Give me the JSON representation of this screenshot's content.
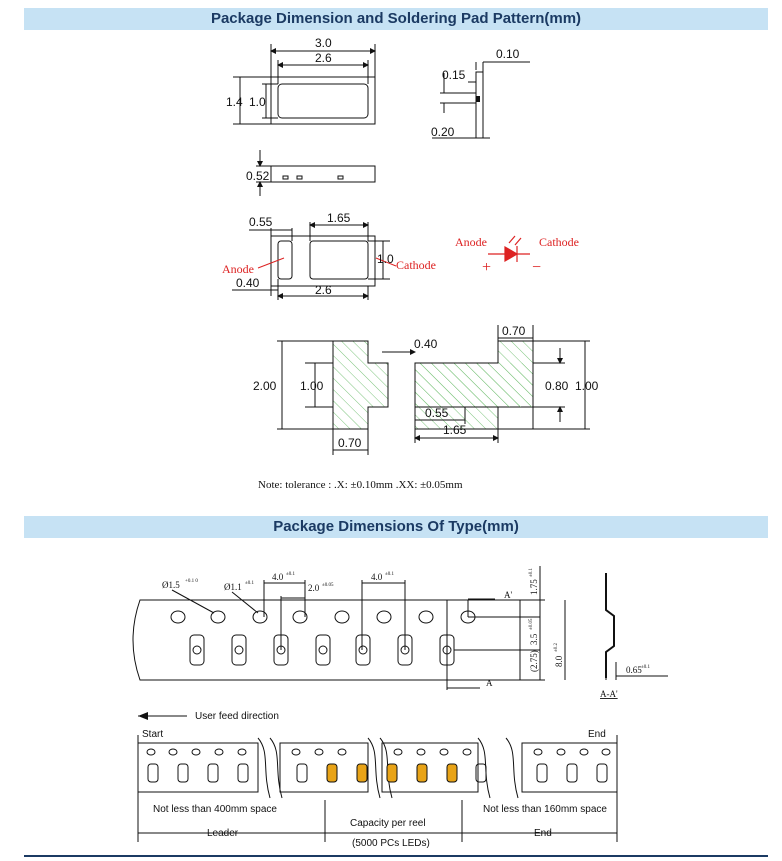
{
  "sections": {
    "dimension_title": "Package Dimension and Soldering Pad Pattern(mm)",
    "tape_title": "Package Dimensions Of Type(mm)"
  },
  "package": {
    "width_outer": "3.0",
    "width_inner": "2.6",
    "height_outer": "1.4",
    "height_inner": "1.0",
    "side_top": "0.10",
    "side_mid": "0.15",
    "side_bottom": "0.20",
    "thickness": "0.52",
    "bottom_left_pad": "0.55",
    "bottom_right_pad": "1.65",
    "bottom_height": "1.0",
    "bottom_offset": "0.40",
    "bottom_width": "2.6",
    "anode_label": "Anode",
    "cathode_label": "Cathode",
    "symbol_anode": "Anode",
    "symbol_cathode": "Cathode",
    "plus": "+",
    "minus": "−"
  },
  "pad": {
    "height_total": "2.00",
    "height_left": "1.00",
    "gap": "0.40",
    "top_right": "0.70",
    "right_inner": "0.80",
    "right_outer": "1.00",
    "right_len": "0.55",
    "total_len": "1.65",
    "left_width": "0.70"
  },
  "note": "Note: tolerance : .X: ±0.10mm .XX: ±0.05mm",
  "tape": {
    "hole1": "Ø1.5",
    "hole1_sup": "+0.1 0",
    "hole2": "Ø1.1",
    "hole2_sup": "±0.1",
    "pitch1": "4.0",
    "pitch1_sup": "±0.1",
    "pitch2": "2.0",
    "pitch2_sup": "±0.05",
    "pitch3": "4.0",
    "pitch3_sup": "±0.1",
    "edge": "1.75",
    "edge_sup": "±0.1",
    "center": "3.5",
    "center_sup": "±0.05",
    "paren": "(2.75)",
    "width": "8.0",
    "width_sup": "±0.2",
    "thick": "0.65",
    "thick_sup": "±0.1",
    "section_a": "A",
    "section_a2": "A'",
    "section_label": "A-A'"
  },
  "reel": {
    "feed_direction": "User feed direction",
    "start": "Start",
    "end_label": "End",
    "not_less_400": "Not less than 400mm space",
    "not_less_160": "Not less than 160mm space",
    "capacity": "Capacity per reel",
    "pcs": "(5000 PCs LEDs)",
    "leader": "Leader",
    "end": "End"
  }
}
